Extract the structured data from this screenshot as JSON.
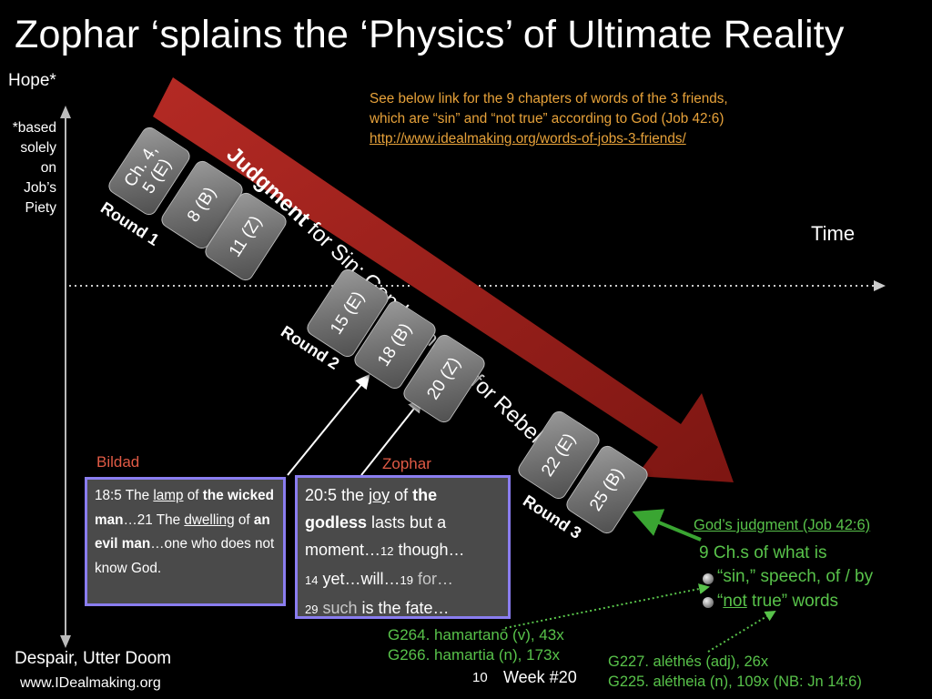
{
  "title": "Zophar ‘splains the ‘Physics’ of Ultimate Reality",
  "axis": {
    "y_top": "Hope*",
    "y_note": "*based\nsolely\non\nJob’s\nPiety",
    "y_bottom": "Despair, Utter Doom",
    "x_label": "Time"
  },
  "note": {
    "text": "See below link for the 9 chapters of words of the 3 friends, which are “sin” and “not true” according to God (Job 42:6)",
    "link": "http://www.idealmaking.org/words-of-jobs-3-friends/"
  },
  "band": {
    "label_bold": "Judgment",
    "label_rest": " for Sin; Condemnation for Rebellion",
    "color": "#a3221d"
  },
  "rounds": [
    {
      "label": "Round 1",
      "cards": [
        "Ch. 4,\n5 (E)",
        "8 (B)",
        "11 (Z)"
      ]
    },
    {
      "label": "Round 2",
      "cards": [
        "15 (E)",
        "18 (B)",
        "20 (Z)"
      ]
    },
    {
      "label": "Round 3",
      "cards": [
        "22 (E)",
        "25 (B)"
      ]
    }
  ],
  "bildad": {
    "name": "Bildad",
    "q1": "18:5 The ",
    "q2": "lamp",
    "q3": " of ",
    "q4": "the wicked man",
    "q5": "…21 The ",
    "q6": "dwelling",
    "q7": " of ",
    "q8": "an evil man",
    "q9": "…one who does not know God."
  },
  "zophar": {
    "name": "Zophar",
    "q1": "20:5 the ",
    "q2": "joy",
    "q3": " of ",
    "q4": "the godless",
    "q5": " lasts but a moment…",
    "q6": "12",
    "q7": " though…",
    "q8": "14",
    "q9": " yet…will…",
    "q10": "19",
    "q11": " for…",
    "q12": "29",
    "q13": " such",
    "q14": " is the fate…"
  },
  "judgment": {
    "heading": "God’s judgment (Job 42:6)",
    "nine": "9 Ch.s of what is",
    "sin": "“sin,” speech, of / by",
    "nt_open": "“",
    "nt_not": "not",
    "nt_rest": "  true” words",
    "color": "#58c24a"
  },
  "greek": {
    "g264": "G264. hamartanō (v), 43x",
    "g266": "G266. hamartia (n), 173x",
    "g227": "G227. aléthés (adj), 26x",
    "g225": "G225. alétheia (n), 109x (NB: Jn 14:6)"
  },
  "footer": {
    "site": "www.IDealmaking.org",
    "page": "10",
    "week": "Week #20"
  }
}
